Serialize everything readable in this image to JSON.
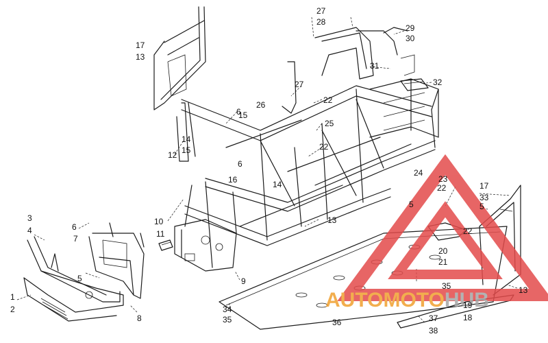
{
  "watermark": {
    "word_part1": "AUTO",
    "word_part2": "MOTO",
    "word_part3": "HUB",
    "color_red": "#e34b4b",
    "color_orange": "#f0a030",
    "color_gray": "#a6a6a6"
  },
  "parts": [
    {
      "id": "p1",
      "label": "1"
    },
    {
      "id": "p2",
      "label": "2"
    },
    {
      "id": "p3",
      "label": "3"
    },
    {
      "id": "p4",
      "label": "4"
    },
    {
      "id": "p5a",
      "label": "5"
    },
    {
      "id": "p5b",
      "label": "5"
    },
    {
      "id": "p5c",
      "label": "5"
    },
    {
      "id": "p6a",
      "label": "6"
    },
    {
      "id": "p6b",
      "label": "6"
    },
    {
      "id": "p6c",
      "label": "6"
    },
    {
      "id": "p7",
      "label": "7"
    },
    {
      "id": "p8",
      "label": "8"
    },
    {
      "id": "p9",
      "label": "9"
    },
    {
      "id": "p10",
      "label": "10"
    },
    {
      "id": "p11",
      "label": "11"
    },
    {
      "id": "p12",
      "label": "12"
    },
    {
      "id": "p13a",
      "label": "13"
    },
    {
      "id": "p13b",
      "label": "13"
    },
    {
      "id": "p13c",
      "label": "13"
    },
    {
      "id": "p14a",
      "label": "14"
    },
    {
      "id": "p14b",
      "label": "14"
    },
    {
      "id": "p15a",
      "label": "15"
    },
    {
      "id": "p15b",
      "label": "15"
    },
    {
      "id": "p16",
      "label": "16"
    },
    {
      "id": "p17a",
      "label": "17"
    },
    {
      "id": "p17b",
      "label": "17"
    },
    {
      "id": "p18",
      "label": "18"
    },
    {
      "id": "p19",
      "label": "19"
    },
    {
      "id": "p20",
      "label": "20"
    },
    {
      "id": "p21",
      "label": "21"
    },
    {
      "id": "p22a",
      "label": "22"
    },
    {
      "id": "p22b",
      "label": "22"
    },
    {
      "id": "p22c",
      "label": "22"
    },
    {
      "id": "p22d",
      "label": "22"
    },
    {
      "id": "p23",
      "label": "23"
    },
    {
      "id": "p24",
      "label": "24"
    },
    {
      "id": "p25",
      "label": "25"
    },
    {
      "id": "p26",
      "label": "26"
    },
    {
      "id": "p27a",
      "label": "27"
    },
    {
      "id": "p27b",
      "label": "27"
    },
    {
      "id": "p28",
      "label": "28"
    },
    {
      "id": "p29",
      "label": "29"
    },
    {
      "id": "p30",
      "label": "30"
    },
    {
      "id": "p31",
      "label": "31"
    },
    {
      "id": "p32",
      "label": "32"
    },
    {
      "id": "p33",
      "label": "33"
    },
    {
      "id": "p34",
      "label": "34"
    },
    {
      "id": "p35a",
      "label": "35"
    },
    {
      "id": "p35b",
      "label": "35"
    },
    {
      "id": "p36",
      "label": "36"
    },
    {
      "id": "p37",
      "label": "37"
    },
    {
      "id": "p38",
      "label": "38"
    }
  ]
}
